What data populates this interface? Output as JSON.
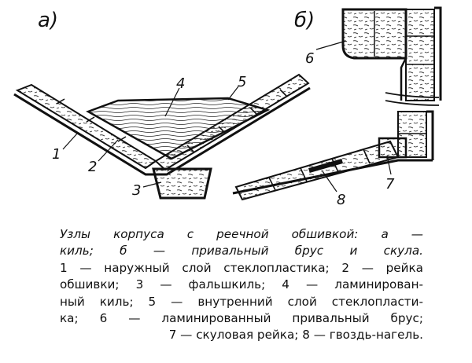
{
  "panels": {
    "a": "а)",
    "b": "б)"
  },
  "callouts": [
    "1",
    "2",
    "3",
    "4",
    "5",
    "6",
    "7",
    "8"
  ],
  "caption": {
    "title_line_1": "Узлы корпуса с реечной обшивкой: а —",
    "title_line_2": "киль; б — привальный брус и скула.",
    "line_3": "1 — наружный слой стеклопластика; 2 — рейка",
    "line_4": "обшивки; 3 — фальшкиль; 4 — ламинирован-",
    "line_5": "ный киль; 5 — внутренний слой стеклопласти-",
    "line_6": "ка; 6 — ламинированный привальный брус;",
    "line_7": "7 — скуловая рейка; 8 — гвоздь-нагель."
  },
  "colors": {
    "ink": "#111111",
    "wood": "#ffffff"
  }
}
